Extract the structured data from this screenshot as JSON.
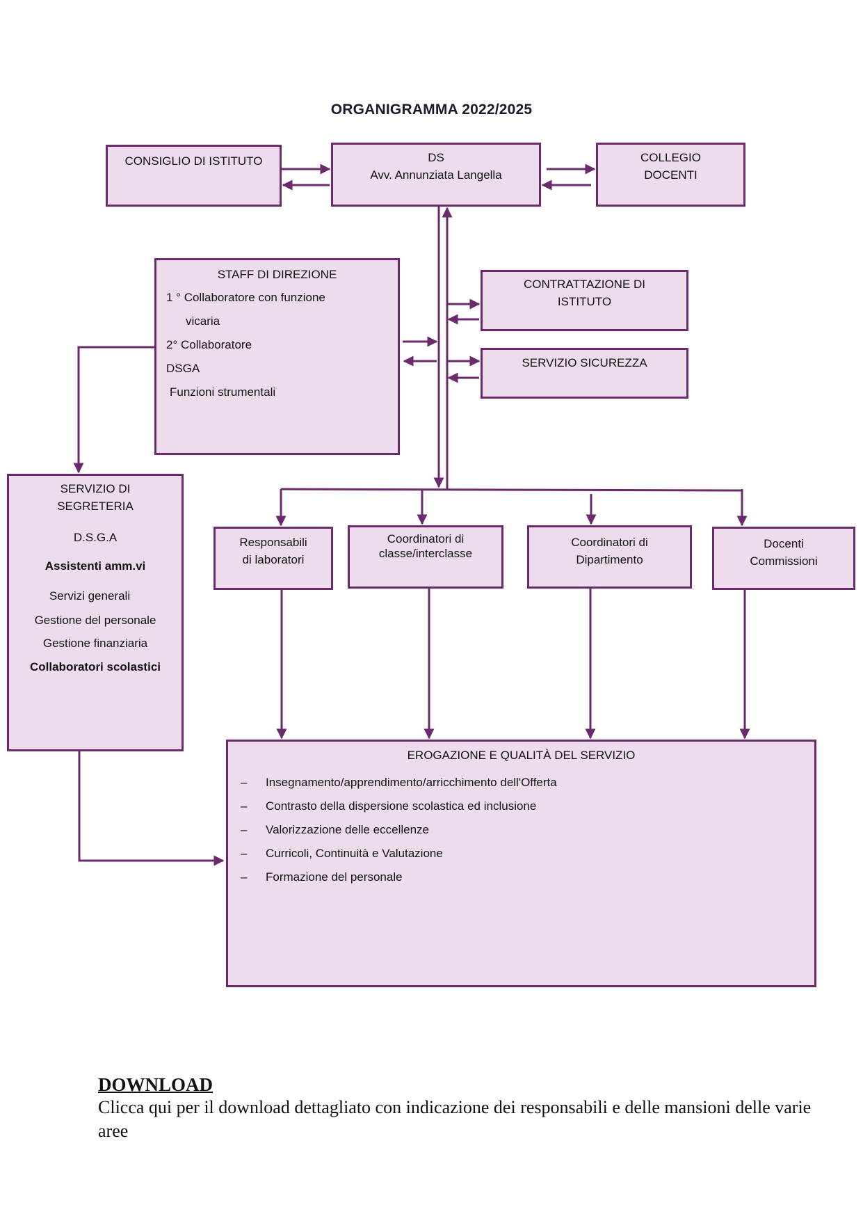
{
  "title": "ORGANIGRAMMA 2022/2025",
  "colors": {
    "box_fill": "#ecdcec",
    "border": "#6b2a6b",
    "arrow": "#6b2a6b"
  },
  "nodes": {
    "consiglio": {
      "label": "CONSIGLIO DI ISTITUTO"
    },
    "ds": {
      "line1": "DS",
      "line2": "Avv. Annunziata Langella"
    },
    "collegio": {
      "line1": "COLLEGIO",
      "line2": "DOCENTI"
    },
    "staff": {
      "title": "STAFF DI DIREZIONE",
      "items": [
        "1 ° Collaboratore con funzione",
        "vicaria",
        "2°  Collaboratore",
        "DSGA",
        "Funzioni strumentali"
      ]
    },
    "contrattazione": {
      "line1": "CONTRATTAZIONE DI",
      "line2": "ISTITUTO"
    },
    "sicurezza": {
      "label": "SERVIZIO SICUREZZA"
    },
    "segreteria": {
      "line1": "SERVIZIO DI",
      "line2": "SEGRETERIA",
      "items": [
        "D.S.G.A",
        "Assistenti amm.vi",
        "Servizi generali",
        "Gestione del  personale",
        "Gestione finanziaria",
        "Collaboratori scolastici"
      ]
    },
    "responsabili": {
      "line1": "Responsabili",
      "line2": "di laboratori"
    },
    "coord_classe": {
      "line1": "Coordinatori di",
      "line2": "classe/interclasse"
    },
    "coord_dip": {
      "line1": "Coordinatori di",
      "line2": "Dipartimento"
    },
    "docenti": {
      "line1": "Docenti",
      "line2": "Commissioni"
    },
    "erogazione": {
      "title": "EROGAZIONE E QUALITÀ DEL SERVIZIO",
      "bullet": "–",
      "items": [
        "Insegnamento/apprendimento/arricchimento dell'Offerta",
        "Contrasto della dispersione scolastica ed inclusione",
        "Valorizzazione delle eccellenze",
        "Curricoli, Continuità e Valutazione",
        "Formazione del personale"
      ]
    }
  },
  "download": {
    "heading": "DOWNLOAD",
    "text": "Clicca qui per il download dettagliato con indicazione dei responsabili e delle mansioni delle varie aree"
  }
}
